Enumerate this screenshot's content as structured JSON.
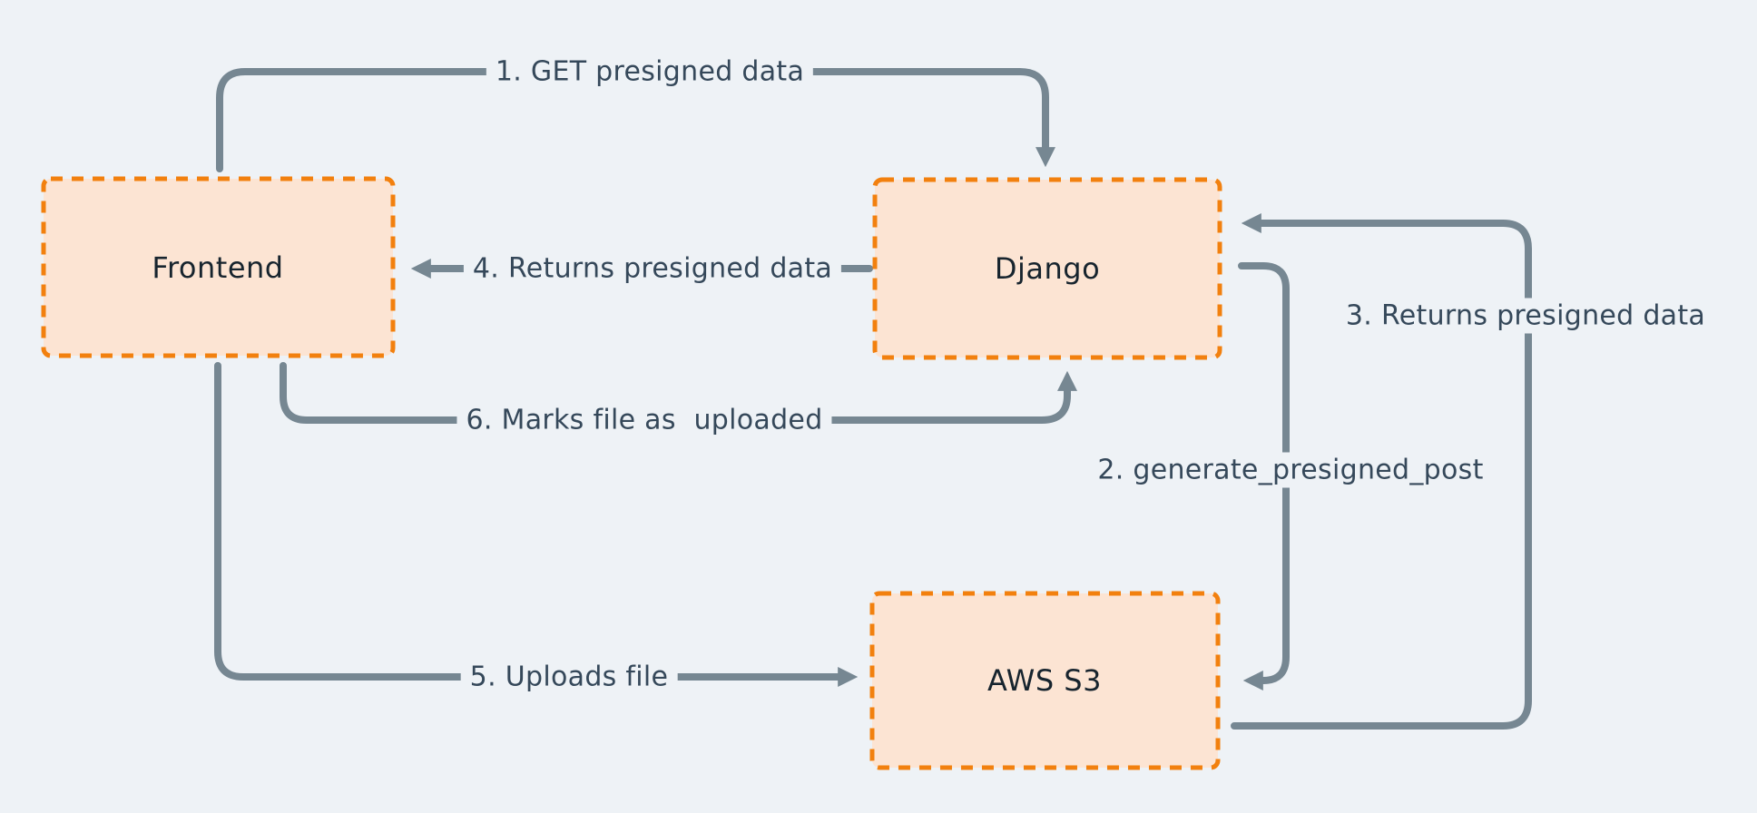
{
  "diagram": {
    "type": "flow-diagram",
    "nodes": [
      {
        "id": "frontend",
        "label": "Frontend"
      },
      {
        "id": "django",
        "label": "Django"
      },
      {
        "id": "aws-s3",
        "label": "AWS S3"
      }
    ],
    "edges": [
      {
        "id": "1",
        "label": "1. GET presigned data",
        "from": "Frontend",
        "to": "Django"
      },
      {
        "id": "2",
        "label": "2. generate_presigned_post",
        "from": "Django",
        "to": "AWS S3"
      },
      {
        "id": "3",
        "label": "3. Returns presigned data",
        "from": "AWS S3",
        "to": "Django"
      },
      {
        "id": "4",
        "label": "4. Returns presigned data",
        "from": "Django",
        "to": "Frontend"
      },
      {
        "id": "5",
        "label": "5. Uploads file",
        "from": "Frontend",
        "to": "AWS S3"
      },
      {
        "id": "6",
        "label": "6. Marks file as  uploaded",
        "from": "Frontend",
        "to": "Django"
      }
    ],
    "colors": {
      "background": "#eef2f6",
      "node_fill": "#fce4d3",
      "node_border": "#f2800e",
      "arrow": "#768792",
      "edge_text": "#35485a",
      "node_text": "#17242e"
    }
  }
}
